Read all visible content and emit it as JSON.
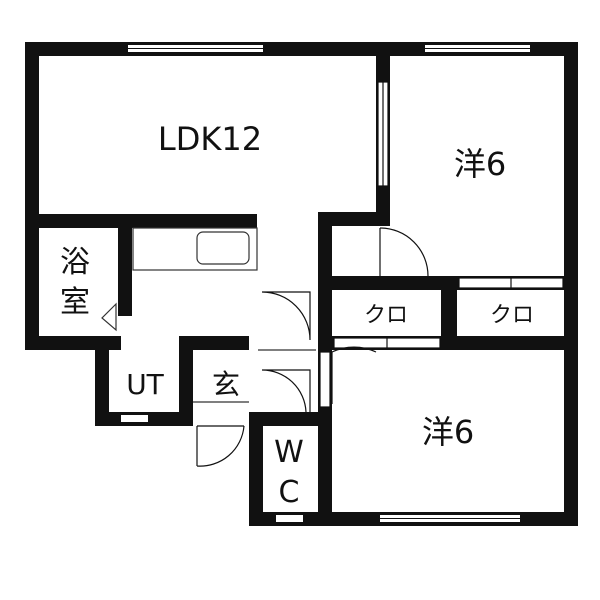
{
  "rooms": {
    "ldk": {
      "label": "LDK12"
    },
    "western_north": {
      "label": "洋6"
    },
    "western_south": {
      "label": "洋6"
    },
    "bath": {
      "label_line1": "浴",
      "label_line2": "室"
    },
    "ut": {
      "label": "UT"
    },
    "entrance": {
      "label": "玄"
    },
    "wc": {
      "label_line1": "W",
      "label_line2": "C"
    },
    "closet_left": {
      "label": "クロ"
    },
    "closet_right": {
      "label": "クロ"
    }
  },
  "colors": {
    "wall": "#111111",
    "background": "#ffffff",
    "fixture": "#333333"
  }
}
